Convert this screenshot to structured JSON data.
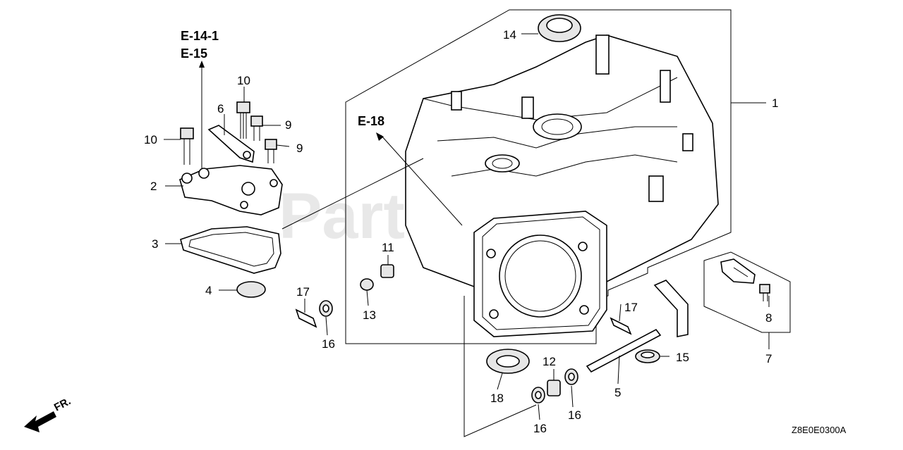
{
  "diagram": {
    "watermark": "PartsTree",
    "code": "Z8E0E0300A",
    "front_marker": "FR.",
    "references": {
      "ref_e14": "E-14-1",
      "ref_e15": "E-15",
      "ref_e18": "E-18"
    },
    "callouts": {
      "c1": "1",
      "c2": "2",
      "c3": "3",
      "c4": "4",
      "c5": "5",
      "c6": "6",
      "c7": "7",
      "c8": "8",
      "c9a": "9",
      "c9b": "9",
      "c10a": "10",
      "c10b": "10",
      "c11": "11",
      "c12": "12",
      "c13": "13",
      "c14": "14",
      "c15": "15",
      "c16a": "16",
      "c16b": "16",
      "c16c": "16",
      "c17a": "17",
      "c17b": "17",
      "c18": "18"
    }
  }
}
